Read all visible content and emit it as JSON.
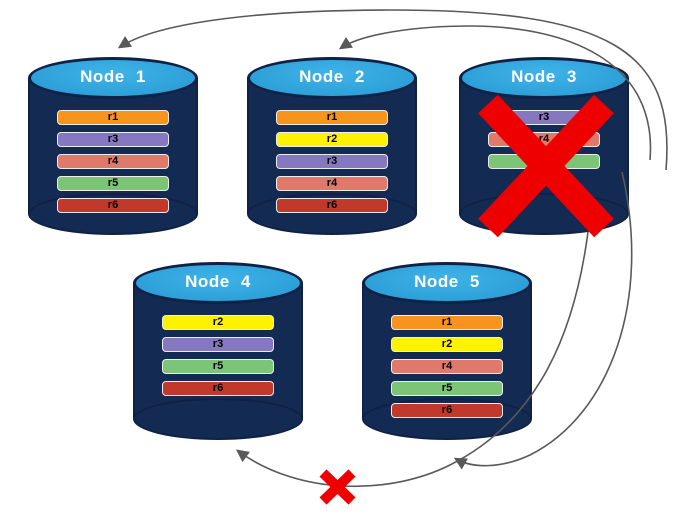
{
  "colors": {
    "cylinder_body": "#132A52",
    "cylinder_top": "#2D9FD8",
    "cylinder_outline": "#0F2146",
    "arrow": "#595959",
    "failure_x": "#EE0000",
    "bar_border": "#EDEDED",
    "bar_text": "#000000",
    "background": "#FFFFFF"
  },
  "replica_colors": {
    "r1": "#F7941E",
    "r2": "#FFF200",
    "r3": "#8677C1",
    "r4": "#E0796A",
    "r5": "#7CC576",
    "r6": "#C0392B"
  },
  "nodes": [
    {
      "id": "node-1",
      "title": "Node 1",
      "failed": false,
      "replicas": [
        "r1",
        "r3",
        "r4",
        "r5",
        "r6"
      ]
    },
    {
      "id": "node-2",
      "title": "Node 2",
      "failed": false,
      "replicas": [
        "r1",
        "r2",
        "r3",
        "r4",
        "r6"
      ]
    },
    {
      "id": "node-3",
      "title": "Node 3",
      "failed": true,
      "replicas": [
        "r3",
        "r4",
        "r5"
      ]
    },
    {
      "id": "node-4",
      "title": "Node 4",
      "failed": false,
      "replicas": [
        "r2",
        "r3",
        "r5",
        "r6"
      ]
    },
    {
      "id": "node-5",
      "title": "Node 5",
      "failed": false,
      "replicas": [
        "r1",
        "r2",
        "r4",
        "r5",
        "r6"
      ]
    }
  ],
  "arrows": [
    {
      "from": "node-3",
      "to": "node-1",
      "status": "ok"
    },
    {
      "from": "node-3",
      "to": "node-2",
      "status": "ok"
    },
    {
      "from": "node-3",
      "to": "node-5",
      "status": "ok"
    },
    {
      "from": "node-3",
      "to": "node-4",
      "status": "failed"
    }
  ]
}
